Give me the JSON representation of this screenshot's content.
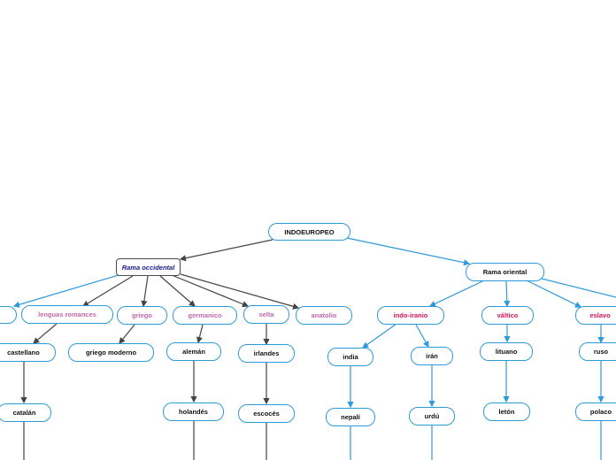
{
  "colors": {
    "edge_blue": "#2f9ad9",
    "edge_dark": "#444444",
    "pink": "#c068ad",
    "red": "#d4145a",
    "navy": "#1a1a8c"
  },
  "nodes": {
    "root": "INDOEUROPEO",
    "occidental": "Rama occidental",
    "oriental": "Rama oriental",
    "romances": "lenguas romances",
    "griego": "griego",
    "germanico": "germanico",
    "selta": "selta",
    "anatolio": "anatolio",
    "indoiranio": "indo-iranio",
    "valtico": "váltico",
    "eslavo": "eslavo",
    "castellano": "castellano",
    "griego_moderno": "griego  moderno",
    "aleman": "alemán",
    "irlandes": "irlandes",
    "india": "india",
    "iran": "irán",
    "lituano": "lituano",
    "ruso": "ruso",
    "catalan": "catalán",
    "holandes": "holandés",
    "escoces": "escocés",
    "nepali": "nepalí",
    "urdu": "urdú",
    "leton": "letón",
    "polaco": "polaco"
  }
}
